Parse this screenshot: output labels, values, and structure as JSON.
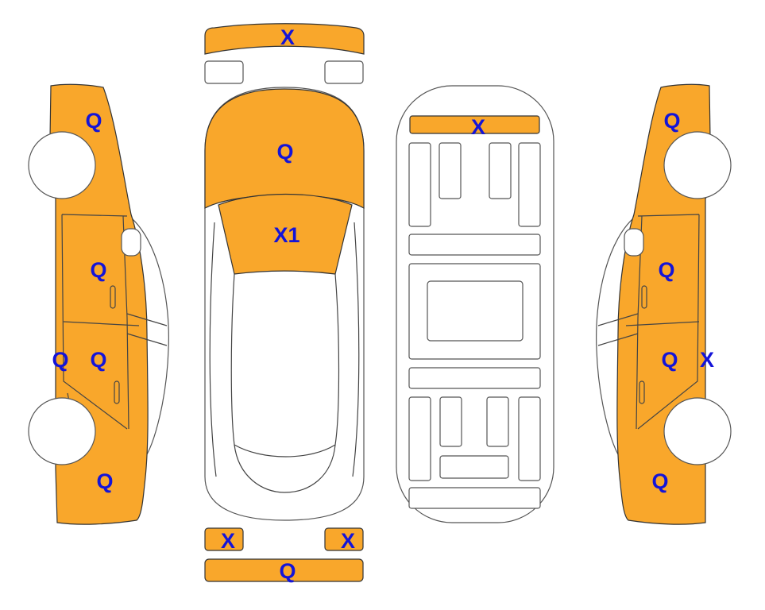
{
  "colors": {
    "damaged": "#F9A72B",
    "label": "#1414D8",
    "outline": "#444444"
  },
  "left_side": {
    "front_fender": "Q",
    "front_door": "Q",
    "rear_door": "Q",
    "sill": "Q",
    "rear_quarter": "Q"
  },
  "top_view": {
    "front_bumper": "X",
    "hood": "Q",
    "windshield": "X1",
    "rear_light_left": "X",
    "rear_light_right": "X",
    "rear_bumper": "Q"
  },
  "underbody": {
    "front_crossmember": "X"
  },
  "right_side": {
    "front_fender": "Q",
    "front_door": "Q",
    "rear_door": "Q",
    "sill": "X",
    "rear_quarter": "Q"
  }
}
